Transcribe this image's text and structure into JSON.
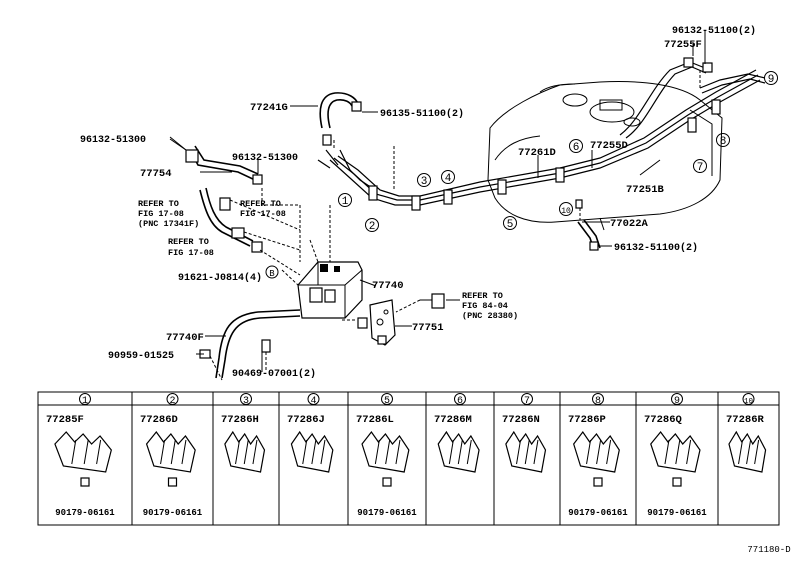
{
  "diagram": {
    "labels": {
      "p_96132_51100_top": "96132-51100(2)",
      "p_77255F": "77255F",
      "p_77241G": "77241G",
      "p_96135_51100": "96135-51100(2)",
      "p_96132_51300_a": "96132-51300",
      "p_77754": "77754",
      "p_96132_51300_b": "96132-51300",
      "p_77261D": "77261D",
      "p_77255D": "77255D",
      "p_77251B": "77251B",
      "p_77022A": "77022A",
      "p_96132_51100_bot": "96132-51100(2)",
      "p_91621": "91621-J0814(4)",
      "p_77740": "77740",
      "p_77751": "77751",
      "p_77740F": "77740F",
      "p_90959": "90959-01525",
      "p_90469": "90469-07001(2)",
      "ref1_a": "REFER TO",
      "ref1_b": "FIG 17-08",
      "ref1_c": "(PNC 17341F)",
      "ref2_a": "REFER TO",
      "ref2_b": "FIG 17-08",
      "ref3_a": "REFER TO",
      "ref3_b": "FIG 17-08",
      "ref4_a": "REFER TO",
      "ref4_b": "FIG 84-04",
      "ref4_c": "(PNC 28380)",
      "callout_1": "1",
      "callout_2": "2",
      "callout_3": "3",
      "callout_4": "4",
      "callout_5": "5",
      "callout_6": "6",
      "callout_7": "7",
      "callout_8": "8",
      "callout_9": "9",
      "callout_10": "10",
      "callout_B": "B",
      "figure_code": "771180-D"
    },
    "clamp_table": {
      "cells": [
        {
          "num": "1",
          "part": "77285F",
          "bolt": "90179-06161"
        },
        {
          "num": "2",
          "part": "77286D",
          "bolt": "90179-06161"
        },
        {
          "num": "3",
          "part": "77286H",
          "bolt": ""
        },
        {
          "num": "4",
          "part": "77286J",
          "bolt": ""
        },
        {
          "num": "5",
          "part": "77286L",
          "bolt": "90179-06161"
        },
        {
          "num": "6",
          "part": "77286M",
          "bolt": ""
        },
        {
          "num": "7",
          "part": "77286N",
          "bolt": ""
        },
        {
          "num": "8",
          "part": "77286P",
          "bolt": "90179-06161"
        },
        {
          "num": "9",
          "part": "77286Q",
          "bolt": "90179-06161"
        },
        {
          "num": "10",
          "part": "77286R",
          "bolt": ""
        }
      ]
    }
  }
}
